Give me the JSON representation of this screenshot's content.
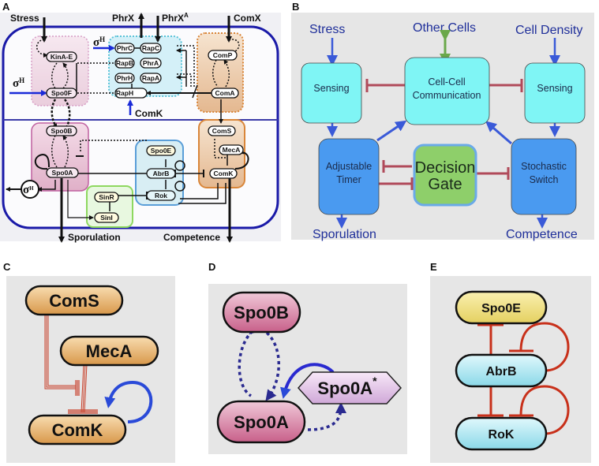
{
  "panels": {
    "a": {
      "label": "A",
      "inputs": {
        "stress": "Stress",
        "phrx_out": "PhrX",
        "phrx_in": "PhrX",
        "phrx_in_sup": "A",
        "comx": "ComX",
        "comk": "ComK"
      },
      "sigma": "σ",
      "sigma_sup": "H",
      "phosphorelay_nodes": [
        "KinA-E",
        "Spo0F",
        "Spo0B",
        "Spo0A"
      ],
      "rap_phr_nodes": [
        "PhrC",
        "RapC",
        "RapB",
        "PhrA",
        "PhrH",
        "RapA",
        "RapH"
      ],
      "com_nodes": [
        "ComP",
        "ComA",
        "ComS",
        "MecA",
        "ComK"
      ],
      "abrb_nodes": [
        "Spo0E",
        "AbrB",
        "Rok"
      ],
      "sin_nodes": [
        "SinR",
        "SinI"
      ],
      "outputs": {
        "sporulation": "Sporulation",
        "competence": "Competence"
      },
      "colors": {
        "membrane": "#1a1aa8",
        "phosphorelay": "#c0609a",
        "rap": "#5bc3d8",
        "com": "#d9863a",
        "abrb": "#5a9ed8",
        "sin": "#8ed860"
      }
    },
    "b": {
      "label": "B",
      "inputs": {
        "stress": "Stress",
        "other_cells": "Other Cells",
        "cell_density": "Cell Density"
      },
      "boxes": {
        "sensing_left": "Sensing",
        "communication_1": "Cell-Cell",
        "communication_2": "Communication",
        "sensing_right": "Sensing",
        "timer_1": "Adjustable",
        "timer_2": "Timer",
        "gate_1": "Decision",
        "gate_2": "Gate",
        "switch_1": "Stochastic",
        "switch_2": "Switch"
      },
      "outputs": {
        "sporulation": "Sporulation",
        "competence": "Competence"
      },
      "colors": {
        "sensing": "#7ff5f5",
        "core": "#4a9af0",
        "gate": "#8ecf6a",
        "activation": "#3a5ad8",
        "inhibition": "#b04a5a",
        "bidirectional": "#6aa84a",
        "text": "#1f2f9a"
      }
    },
    "c": {
      "label": "C",
      "nodes": [
        "ComS",
        "MecA",
        "ComK"
      ],
      "colors": {
        "node": "#e9b56a",
        "inhibition": "#c8402a",
        "self_activation": "#2a4ad8"
      }
    },
    "d": {
      "label": "D",
      "nodes": [
        "Spo0B",
        "Spo0A"
      ],
      "hex_node": "Spo0A",
      "hex_node_sup": "*",
      "colors": {
        "node": "#d87898",
        "hex": "#e8c8e8",
        "arrow": "#2a2ad0",
        "dotted": "#2a2a90"
      }
    },
    "e": {
      "label": "E",
      "nodes": [
        "Spo0E",
        "AbrB",
        "RoK"
      ],
      "colors": {
        "spo0e": "#f0e48a",
        "node": "#a8e4ec",
        "inhibition": "#c8301a"
      }
    }
  }
}
